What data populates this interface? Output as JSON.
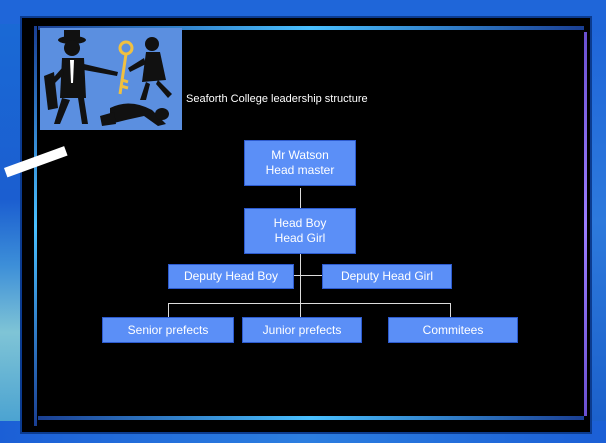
{
  "subtitle": "Seaforth College leadership structure",
  "org_chart": {
    "head_master": {
      "line1": "Mr Watson",
      "line2": "Head master"
    },
    "head_boy_girl": {
      "line1": "Head Boy",
      "line2": "Head Girl"
    },
    "deputy_head_boy": "Deputy Head Boy",
    "deputy_head_girl": "Deputy Head Girl",
    "senior_prefects": "Senior prefects",
    "junior_prefects": "Junior prefects",
    "commitees": "Commitees"
  },
  "colors": {
    "node_fill": "#5b8ff7",
    "slide_background": "#000000",
    "connector": "#dcdcdc"
  }
}
